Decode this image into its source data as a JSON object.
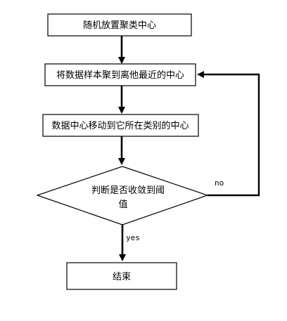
{
  "nodes": {
    "start": "随机放置聚类中心",
    "assign": "将数据样本聚到离他最近的中心",
    "move": "数据中心移动到它所在类别的中心",
    "decision_line1": "判断是否收敛到阈",
    "decision_line2": "值",
    "end": "结束"
  },
  "edges": {
    "no_label": "no",
    "yes_label": "yes"
  }
}
